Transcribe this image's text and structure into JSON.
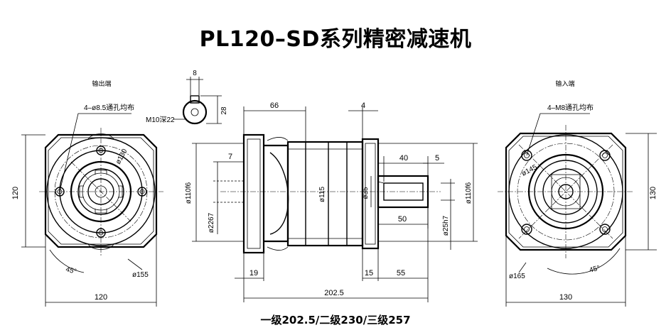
{
  "title": "PL120–SD系列精密减速机",
  "footer": "一级202.5/二级230/三级257",
  "labels": {
    "output_end": "输出端",
    "input_end": "输入端",
    "output_holes": "4–ø8.5通孔均布",
    "input_holes": "4–M8通孔均布",
    "key_width": "8",
    "key_height": "28",
    "thread": "M10深22",
    "dim_120_left_h": "120",
    "dim_120_left_v": "120",
    "pcd_130": "ø130",
    "pcd_155": "ø155",
    "angle_left": "45°",
    "dim_66": "66",
    "dim_4": "4",
    "dim_7": "7",
    "dim_40": "40",
    "dim_5": "5",
    "d_110f6_left": "ø110f6",
    "d_2267": "ø2267",
    "d_115": "ø115",
    "d_35": "ø35",
    "dim_50": "50",
    "d_25h7": "ø25h7",
    "d_110f6_right": "ø110f6",
    "dim_19": "19",
    "dim_15": "15",
    "dim_55": "55",
    "dim_2025": "202.5",
    "pcd_145": "ø145",
    "pcd_165": "ø165",
    "angle_right": "45°",
    "dim_130_v": "130",
    "dim_130_h": "130"
  }
}
